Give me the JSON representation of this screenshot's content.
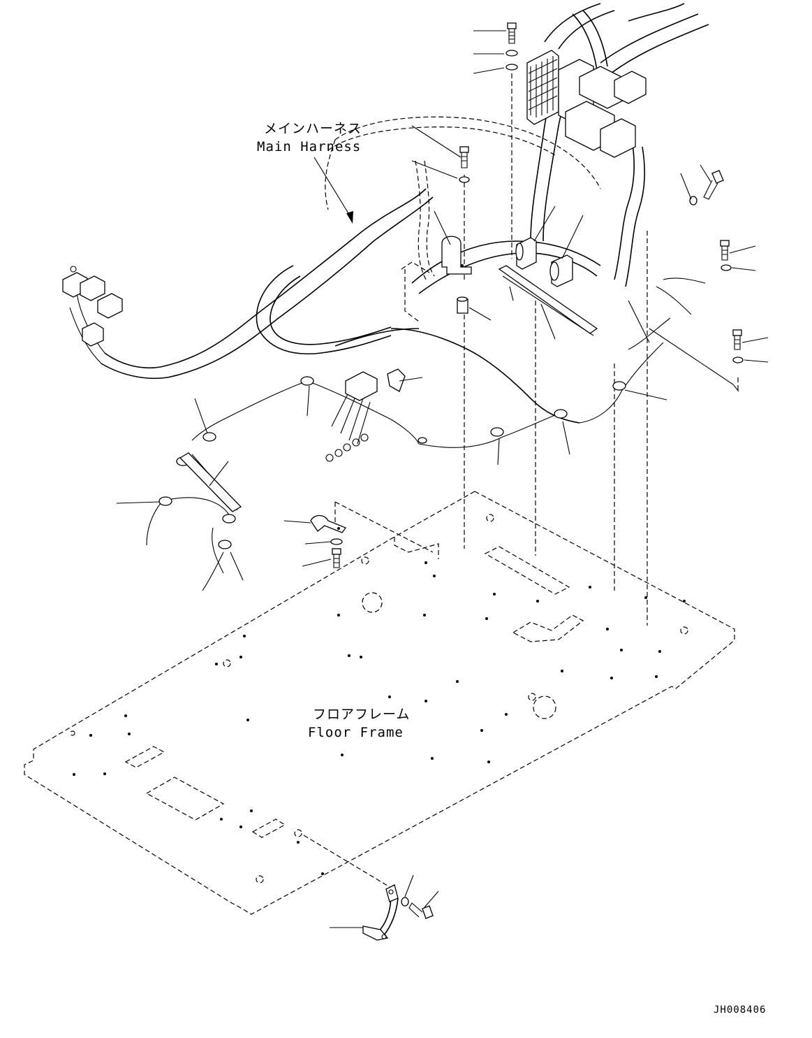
{
  "labels": {
    "main_harness_jp": "メインハーネス",
    "main_harness_en": "Main Harness",
    "floor_frame_jp": "フロアフレーム",
    "floor_frame_en": "Floor Frame",
    "drawing_number": "JH008406"
  },
  "colors": {
    "line": "#000000",
    "background": "#ffffff"
  }
}
